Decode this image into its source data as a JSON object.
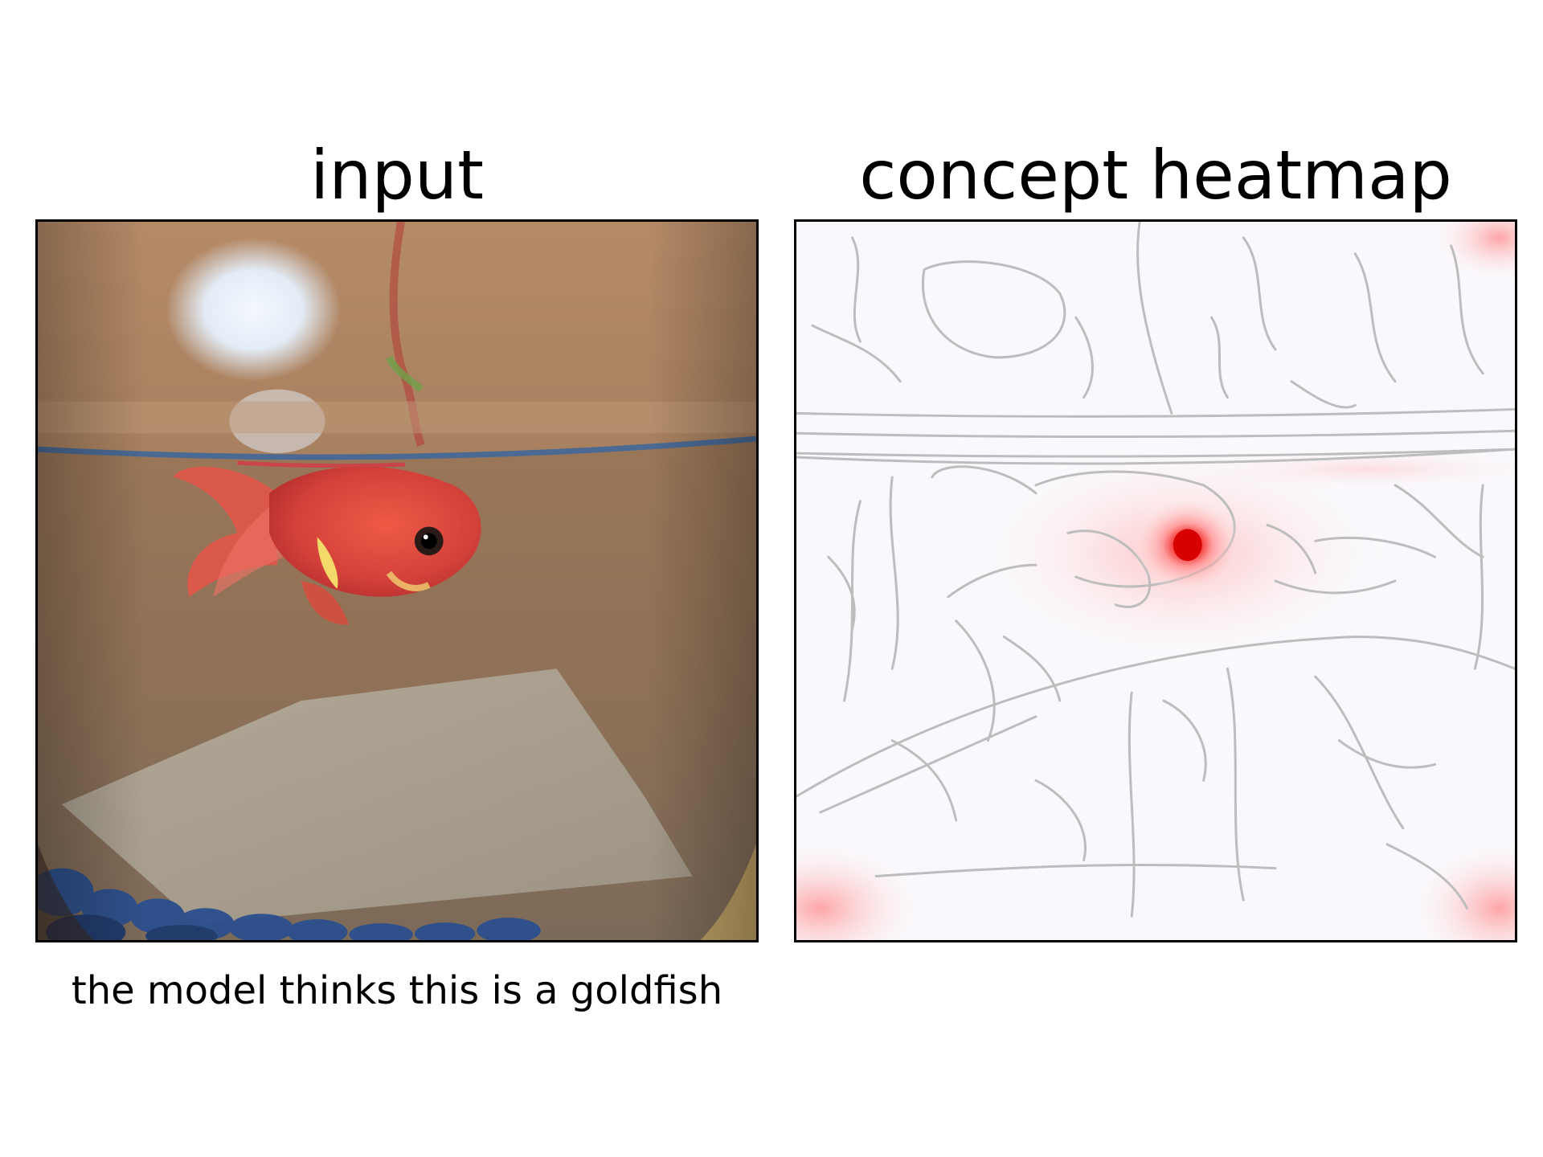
{
  "panels": {
    "input": {
      "title": "input",
      "image_description_icon": "goldfish-in-bowl-photo"
    },
    "heatmap": {
      "title": "concept heatmap",
      "image_description_icon": "edge-overlay-heatmap",
      "colormap": {
        "low": "#ffffff",
        "high": "#ff0000",
        "edge": "#bdbdbd"
      }
    }
  },
  "caption": "the model thinks this is a goldfish",
  "colors": {
    "frame": "#000000",
    "background": "#ffffff"
  }
}
